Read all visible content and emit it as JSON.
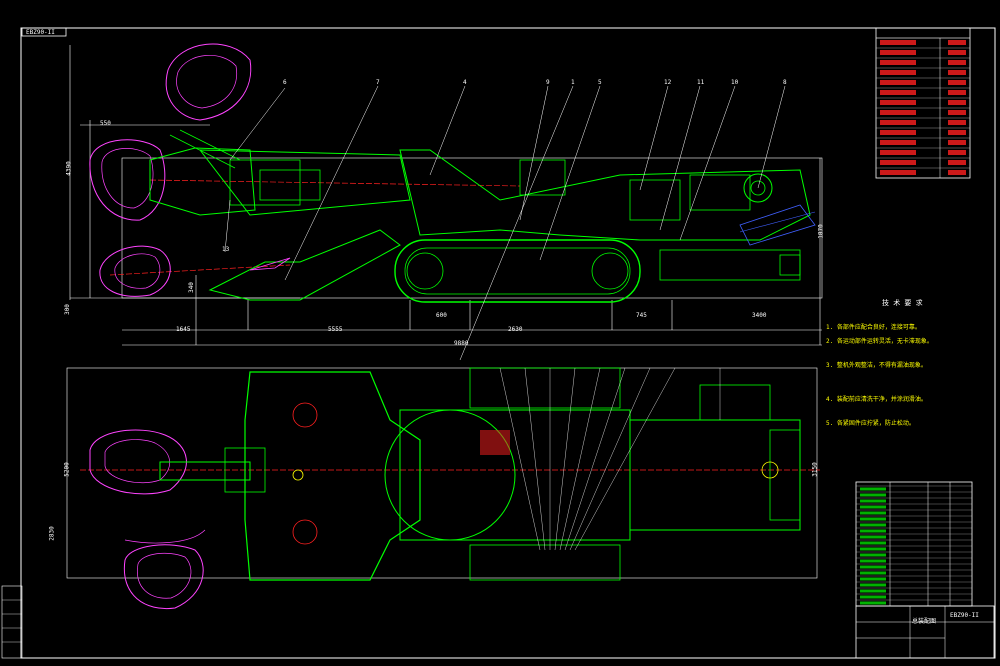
{
  "drawing": {
    "corner_tag": "EBZ90-II",
    "corner_tag_bottom": "EBZ90-II"
  },
  "side_view": {
    "callouts": [
      "6",
      "7",
      "4",
      "9",
      "1",
      "5",
      "12",
      "11",
      "10",
      "8",
      "13"
    ],
    "dims_top": [
      "550",
      "4390"
    ],
    "dims_bottom": [
      "1645",
      "5555",
      "600",
      "2630",
      "745",
      "3400"
    ],
    "dims_left": [
      "300",
      "340",
      "1870"
    ],
    "total_length": "9880"
  },
  "plan_view": {
    "dims": [
      "2830",
      "5200",
      "3150"
    ]
  },
  "tech_title": "技 术 要 求",
  "tech_notes": [
    "1. 各部件应配合良好，连接可靠。",
    "2. 各运动部件运转灵活，无卡滞现象。",
    "3. 整机外观整洁，不得有漏油现象。",
    "4. 装配前应清洗干净，并涂润滑油。",
    "5. 各紧固件应拧紧，防止松动。"
  ],
  "colors": {
    "outline": "#00ff00",
    "center_line": "#ff2020",
    "dim_line": "#ffffff",
    "cutter": "#ff44ff",
    "blue": "#4060ff",
    "yellow": "#ffff00",
    "frame": "#ffffff"
  },
  "title_block": {
    "name": "EBZ90-II",
    "title": "总装配图"
  }
}
